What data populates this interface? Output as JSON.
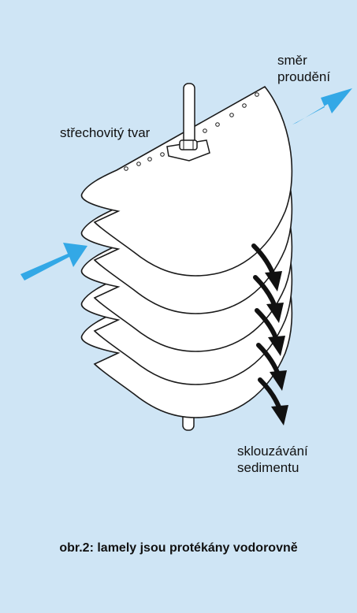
{
  "labels": {
    "flow_direction": [
      "směr",
      "proudění"
    ],
    "roof_shape": "střechovitý tvar",
    "sediment_sliding": [
      "sklouzávání",
      "sedimentu"
    ]
  },
  "caption": "obr.2: lamely jsou protékány vodorovně",
  "colors": {
    "background": "#cfe5f5",
    "flow_arrow": "#33a8e6",
    "outline": "#1a1a1a",
    "lamella_fill": "#ffffff"
  },
  "icons": [
    "flow-arrow-icon",
    "sediment-arrow-icon"
  ]
}
